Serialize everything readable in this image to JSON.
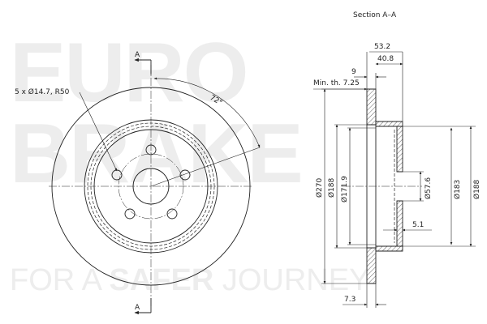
{
  "watermark": {
    "line1": "EURO",
    "line2": "BRAKE",
    "tagline_prefix": "FOR A ",
    "tagline_bold": "SAFER",
    "tagline_suffix": " JOURNEY"
  },
  "front_view": {
    "section_marker_top": "A",
    "section_marker_bottom": "A",
    "bolt_callout": "5 x Ø14.7, R50",
    "angle_label": "72°"
  },
  "section_view": {
    "title": "Section A–A",
    "dim_overall_height": "53.2",
    "dim_hub_height": "40.8",
    "dim_thickness": "9",
    "min_thickness_label": "Min. th. 7.25",
    "dim_outer_diameter": "Ø270",
    "dim_friction_outer": "Ø188",
    "dim_friction_inner": "Ø171.9",
    "dim_center_bore": "Ø57.6",
    "dim_hub_diameter": "Ø183",
    "dim_hub_outer": "Ø188",
    "dim_flange_thickness": "5.1",
    "dim_bottom": "7.3"
  }
}
